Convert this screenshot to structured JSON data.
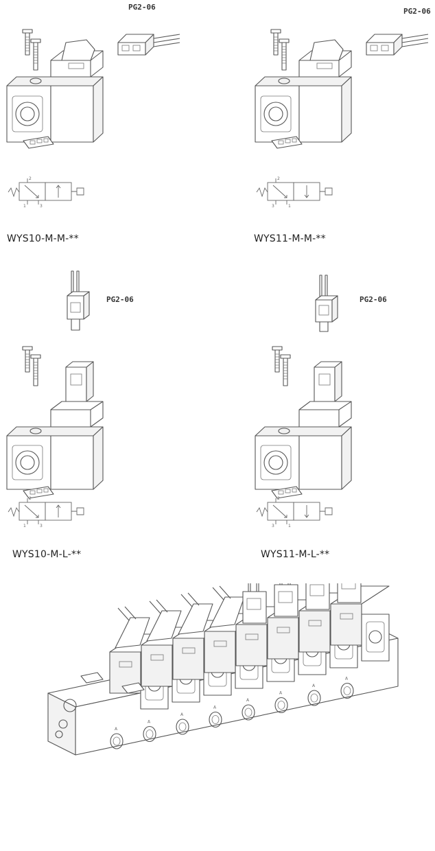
{
  "panels": [
    {
      "model": "WYS10-M-M-**",
      "connector": "PG2-06",
      "ports": [
        "2",
        "1",
        "3"
      ]
    },
    {
      "model": "WYS11-M-M-**",
      "connector": "PG2-06",
      "ports": [
        "2",
        "3",
        "1"
      ]
    },
    {
      "model": "WYS10-M-L-**",
      "connector": "PG2-06",
      "ports": [
        "2",
        "1",
        "3"
      ]
    },
    {
      "model": "WYS11-M-L-**",
      "connector": "PG2-06",
      "ports": [
        "2",
        "3",
        "1"
      ]
    }
  ],
  "manifold": {
    "port_label": "A"
  }
}
